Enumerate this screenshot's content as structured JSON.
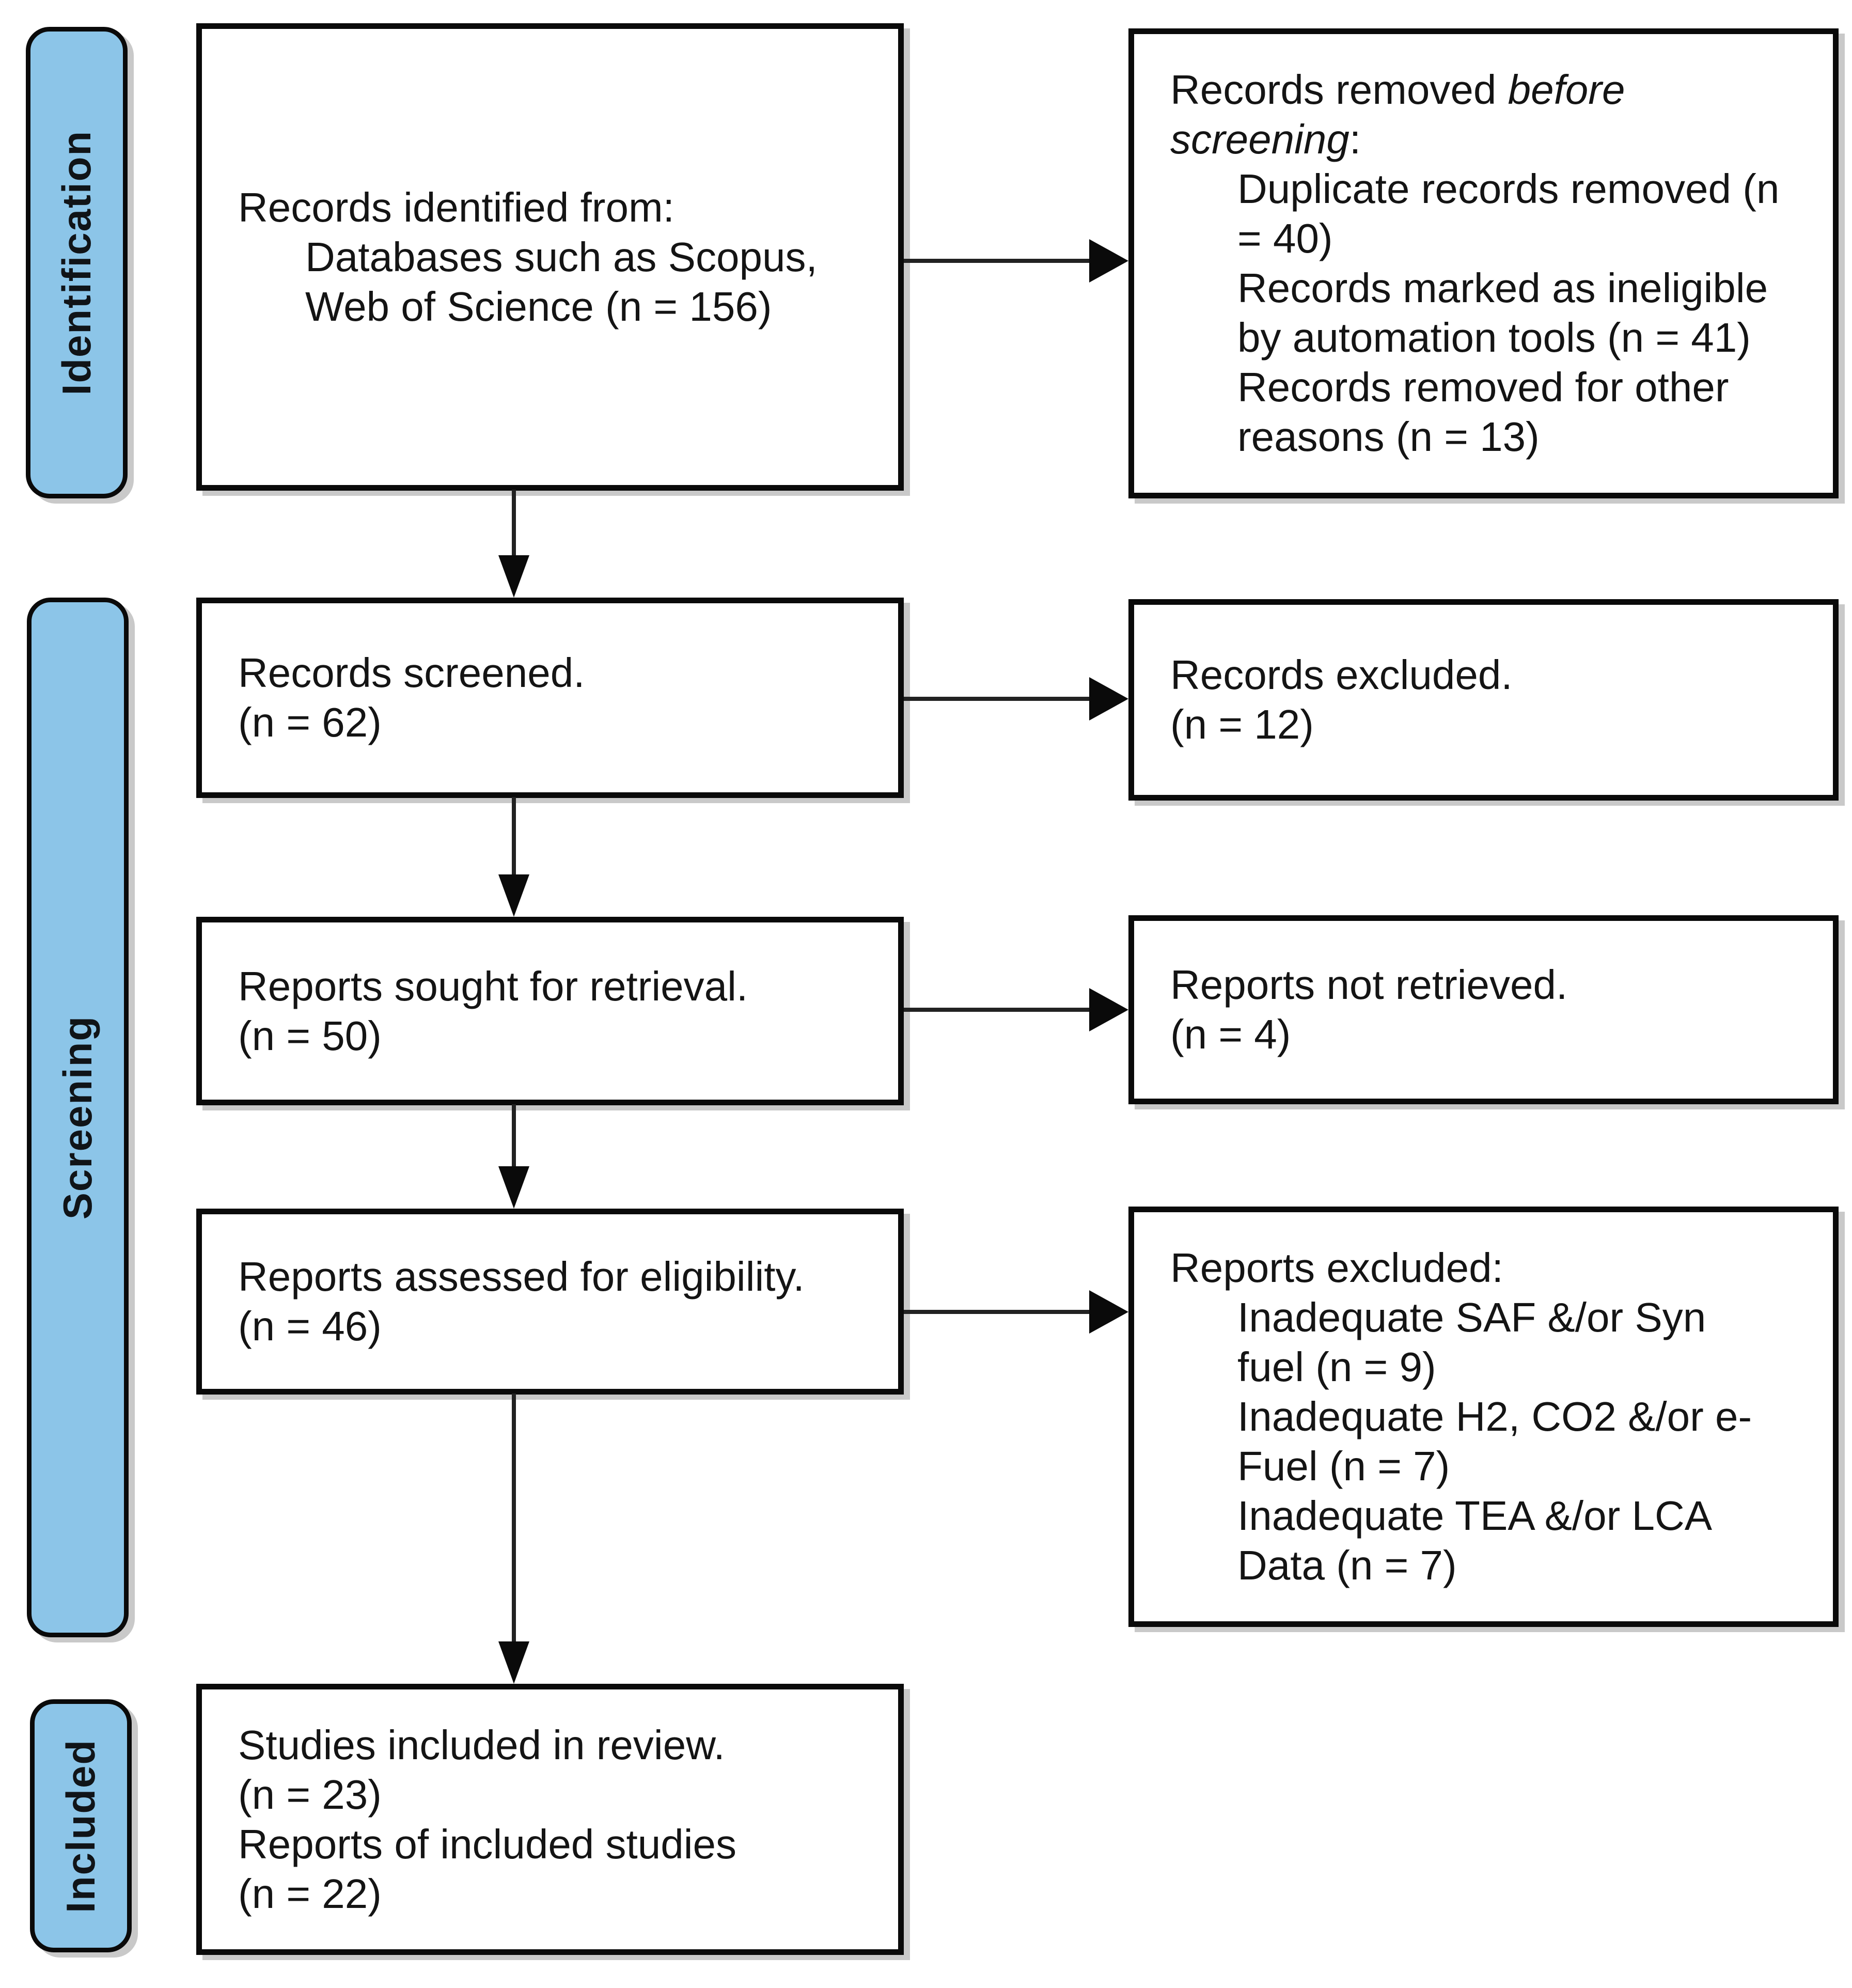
{
  "stages": {
    "identification": "Identification",
    "screening": "Screening",
    "included": "Included"
  },
  "colors": {
    "stage_fill": "#8cc5e8",
    "stroke": "#0a0a0a",
    "text": "#141414",
    "shadow": "#c9c9c9"
  },
  "boxes": {
    "records_identified": {
      "lines": [
        "Records identified from:",
        "Databases such as Scopus,",
        "Web of Science (n = 156)"
      ]
    },
    "records_removed": {
      "lead_regular": "Records removed ",
      "lead_italic_a": "before",
      "lead_italic_b": "screening",
      "lead_suffix": ":",
      "lines": [
        "Duplicate records removed (n",
        "= 40)",
        "Records marked as ineligible",
        "by automation tools (n = 41)",
        "Records removed for other",
        "reasons (n = 13)"
      ]
    },
    "records_screened": {
      "lines": [
        "Records screened.",
        "(n = 62)"
      ]
    },
    "records_excluded": {
      "lines": [
        "Records excluded.",
        "(n = 12)"
      ]
    },
    "reports_sought": {
      "lines": [
        "Reports sought for retrieval.",
        "(n = 50)"
      ]
    },
    "reports_not_retrieved": {
      "lines": [
        "Reports not retrieved.",
        "(n = 4)"
      ]
    },
    "reports_assessed": {
      "lines": [
        "Reports assessed for eligibility.",
        "(n = 46)"
      ]
    },
    "reports_excluded": {
      "lead": "Reports excluded:",
      "lines": [
        "Inadequate SAF &/or Syn",
        "fuel (n = 9)",
        "Inadequate H2, CO2 &/or e-",
        "Fuel (n = 7)",
        "Inadequate TEA &/or LCA",
        "Data (n = 7)"
      ]
    },
    "studies_included": {
      "lines": [
        "Studies included in review.",
        "(n = 23)",
        "Reports of included studies",
        "(n = 22)"
      ]
    }
  }
}
